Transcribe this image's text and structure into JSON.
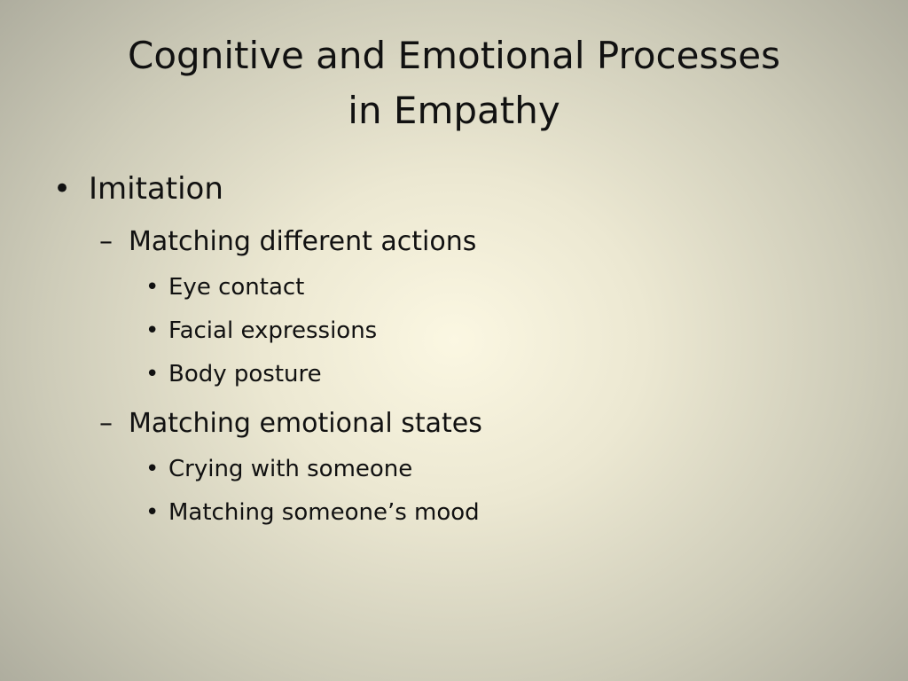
{
  "slide": {
    "title_line1": "Cognitive and Emotional Processes",
    "title_line2": "in Empathy",
    "bullet_char": "•",
    "dash_char": "–",
    "items": [
      {
        "text": "Imitation",
        "children": [
          {
            "text": "Matching different actions",
            "children": [
              "Eye contact",
              "Facial expressions",
              "Body posture"
            ]
          },
          {
            "text": "Matching emotional states",
            "children": [
              "Crying with someone",
              "Matching someone’s mood"
            ]
          }
        ]
      }
    ]
  }
}
